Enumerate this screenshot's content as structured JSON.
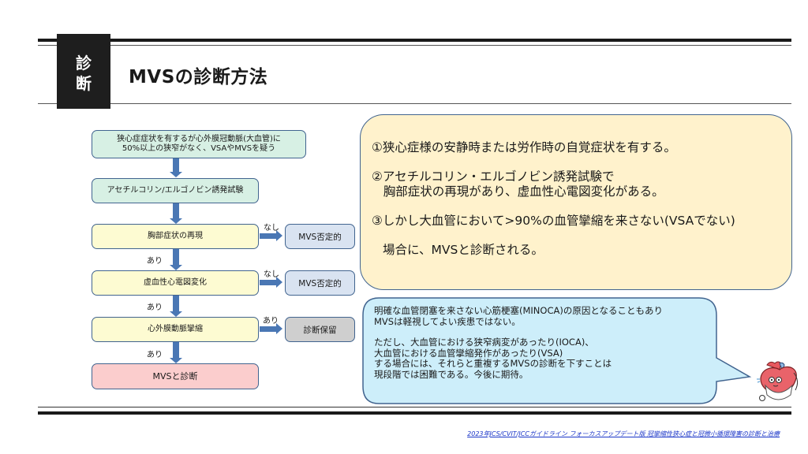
{
  "header": {
    "badge_chars": [
      "診",
      "断"
    ],
    "title": "MVSの診断方法"
  },
  "flowchart": {
    "start": [
      "狭心症症状を有するが心外膜冠動脈(大血管)に",
      "50%以上の狭窄がなく、VSAやMVSを疑う"
    ],
    "test": "アセチルコリン/エルゴノビン誘発試験",
    "steps": [
      {
        "label": "胸部症状の再現",
        "branch_label": "なし",
        "outcome": "MVS否定的"
      },
      {
        "label": "虚血性心電図変化",
        "branch_label": "なし",
        "outcome": "MVS否定的"
      },
      {
        "label": "心外膜動脈攣縮",
        "branch_label": "あり",
        "outcome": "診断保留"
      }
    ],
    "down_labels": [
      "あり",
      "あり",
      "あり"
    ],
    "final": "MVSと診断"
  },
  "criteria": {
    "item1": "①狭心症様の安静時または労作時の自覚症状を有する。",
    "item2_line1": "②アセチルコリン・エルゴノビン誘発試験で",
    "item2_line2": "   胸部症状の再現があり、虚血性心電図変化がある。",
    "item3": "③しかし大血管において>90%の血管攣縮を来さない(VSAでない)",
    "conclusion": "場合に、MVSと診断される。"
  },
  "note_bubble": {
    "para1": [
      "明確な血管閉塞を来さない心筋梗塞(MINOCA)の原因となることもあり",
      "MVSは軽視してよい疾患ではない。"
    ],
    "para2": [
      "ただし、大血管における狭窄病変があったり(IOCA)、",
      "大血管における血管攣縮発作があったり(VSA)",
      "する場合には、それらと重複するMVSの診断を下すことは",
      "現段階では困難である。今後に期待。"
    ]
  },
  "mascot": {
    "icon": "heart-doctor-mascot-icon"
  },
  "footer": {
    "citation": "2023年JCS/CVIT/JCCガイドライン フォーカスアップデート版 冠攣縮性狭心症と冠微小循環障害の診断と治療"
  },
  "colors": {
    "border": "#41648f",
    "arrow": "#4a77b4",
    "start_fill": "#d7f0e4",
    "step_fill": "#fdfbd2",
    "final_fill": "#fbcdcd",
    "negative_fill": "#d9e3f1",
    "hold_fill": "#cfcfcf",
    "criteria_fill": "#fff2cc",
    "bubble_fill": "#cdeefa",
    "link": "#1a35c8"
  }
}
